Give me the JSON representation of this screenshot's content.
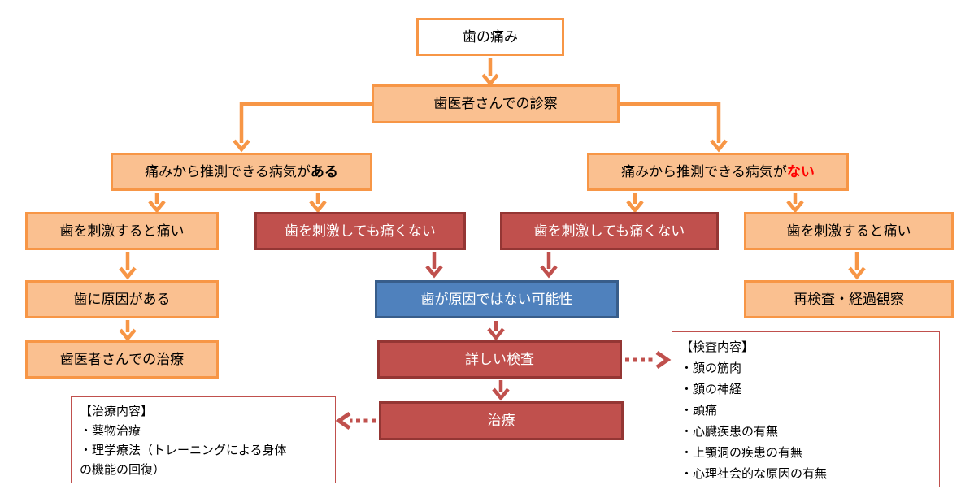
{
  "palette": {
    "orange_border": "#F79646",
    "peach_fill": "#FAC090",
    "dark_red_fill": "#C0504D",
    "dark_red_border": "#943634",
    "blue_fill": "#4F81BD",
    "blue_border": "#385D8A",
    "alert_text_red": "#FF0000",
    "text_black": "#000000",
    "white": "#FFFFFF"
  },
  "nodes": {
    "tooth_pain": {
      "label": "歯の痛み"
    },
    "dentist_exam": {
      "label": "歯医者さんでの診察"
    },
    "has_disease": {
      "prefix": "痛みから推測できる病気が",
      "suffix": "ある"
    },
    "no_disease": {
      "prefix": "痛みから推測できる病気が",
      "suffix": "ない"
    },
    "stim_pain_left": {
      "label": "歯を刺激すると痛い"
    },
    "no_pain_left": {
      "label": "歯を刺激しても痛くない"
    },
    "no_pain_right": {
      "label": "歯を刺激しても痛くない"
    },
    "stim_pain_right": {
      "label": "歯を刺激すると痛い"
    },
    "cause_in_tooth": {
      "label": "歯に原因がある"
    },
    "not_tooth_possibility": {
      "label": "歯が原因ではない可能性"
    },
    "recheck": {
      "label": "再検査・経過観察"
    },
    "dentist_treatment": {
      "label": "歯医者さんでの治療"
    },
    "detailed_exam": {
      "label": "詳しい検査"
    },
    "treatment": {
      "label": "治療"
    }
  },
  "notes": {
    "exam": {
      "lines": [
        "【検査内容】",
        "・顔の筋肉",
        "・顔の神経",
        "・頭痛",
        "・心臓疾患の有無",
        "・上顎洞の疾患の有無",
        "・心理社会的な原因の有無"
      ]
    },
    "treatment": {
      "lines": [
        "【治療内容】",
        "・薬物治療",
        "・理学療法（トレーニングによる身体",
        "の機能の回復）"
      ]
    }
  }
}
